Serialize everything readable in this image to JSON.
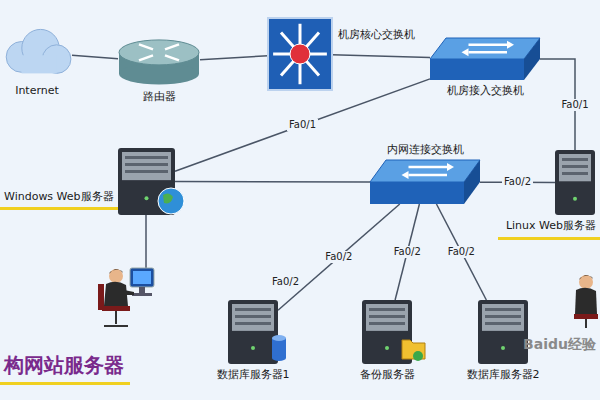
{
  "diagram": {
    "title": "构网站服务器",
    "nodes": [
      {
        "text": [
          "Internet"
        ]
      },
      {
        "text": [
          "路由器"
        ]
      },
      {
        "text": [
          "机房核心交换机"
        ]
      },
      {
        "text": [
          "机房接入交换机"
        ]
      },
      {
        "text": [
          "Windows Web服务器"
        ]
      },
      {
        "text": [
          "内网连接交换机"
        ]
      },
      {
        "text": [
          "Linux Web服务器"
        ]
      },
      {
        "text": [
          "数据库服务器1"
        ]
      },
      {
        "text": [
          "备份服务器"
        ]
      },
      {
        "text": [
          "数据库服务器2"
        ]
      }
    ],
    "edges": [
      {
        "from": 0,
        "to": 1,
        "arrow": "none"
      },
      {
        "from": 1,
        "to": 2,
        "arrow": "none"
      },
      {
        "from": 2,
        "to": 3,
        "arrow": "none"
      },
      {
        "from": 3,
        "to": 4,
        "label": "Fa0/1",
        "arrow": "none"
      },
      {
        "from": 3,
        "to": 6,
        "label": "Fa0/1",
        "arrow": "none"
      },
      {
        "from": 4,
        "to": 5,
        "arrow": "none"
      },
      {
        "from": 5,
        "to": 7,
        "label": "Fa0/2",
        "arrow": "none"
      },
      {
        "from": 5,
        "to": 8,
        "label": "Fa0/2",
        "arrow": "none"
      },
      {
        "from": 5,
        "to": 9,
        "label": "Fa0/2",
        "arrow": "none"
      },
      {
        "from": 5,
        "to": 6,
        "label": "Fa0/2",
        "arrow": "none"
      }
    ],
    "labels": [
      "Fa0/2",
      "Baidu经验"
    ]
  }
}
